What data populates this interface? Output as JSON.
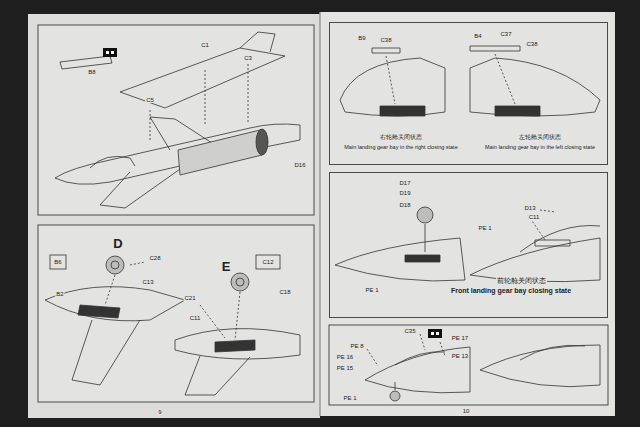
{
  "diagram": {
    "nodes": [
      {
        "text": [
          "右轮舱关闭状态",
          "Main landing gear bay in the right closing state",
          "左轮舱关闭状态",
          "Main landing gear bay in the left closing state"
        ]
      },
      {
        "text": [
          "前轮舱关闭状态",
          "Front landing gear bay closing state"
        ]
      }
    ],
    "labels": [
      "B8",
      "C1",
      "C3",
      "C5",
      "D16",
      "D",
      "C28",
      "B6",
      "C13",
      "B2",
      "E",
      "C12",
      "C18",
      "C21",
      "C11",
      "B9",
      "C38",
      "B4",
      "C37",
      "C38",
      "D17",
      "D19",
      "D18",
      "D13",
      "C11",
      "PE 1",
      "PE 1",
      "C35",
      "PE 17",
      "PE 8",
      "PE 16",
      "PE 15",
      "PE 13",
      "PE 1",
      "9",
      "10"
    ]
  }
}
